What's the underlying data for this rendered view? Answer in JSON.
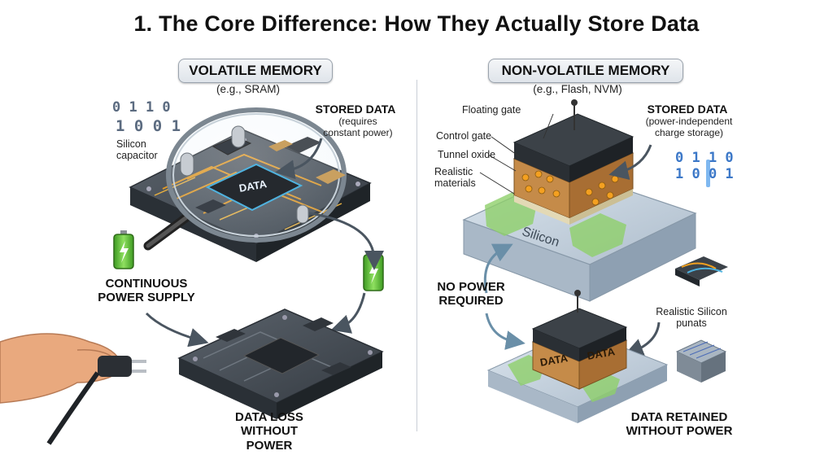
{
  "title": "1. The Core Difference: How They Actually Store Data",
  "left": {
    "heading": "VOLATILE MEMORY",
    "subheading": "(e.g., SRAM)",
    "bits_row1": "0 1 1 0",
    "bits_row2": "1 0 0 1",
    "silicon_capacitor_label": "Silicon capacitor",
    "stored_data_title": "STORED DATA",
    "stored_data_note": "(requires constant power)",
    "chip_label": "DATA",
    "power_supply_label": "CONTINUOUS POWER SUPPLY",
    "data_loss_label": "DATA LOSS WITHOUT POWER"
  },
  "right": {
    "heading": "NON-VOLATILE MEMORY",
    "subheading": "(e.g., Flash, NVM)",
    "floating_gate_label": "Floating gate",
    "control_gate_label": "Control gate",
    "tunnel_oxide_label": "Tunnel oxide",
    "realistic_materials_label": "Realistic materials",
    "stored_data_title": "STORED DATA",
    "stored_data_note": "(power-independent charge storage)",
    "bits_row1": "0 1 1 0",
    "bits_row2": "1 0 0 1",
    "silicon_label": "Silicon",
    "no_power_label": "NO POWER REQUIRED",
    "realistic_silicon_label": "Realistic Silicon punats",
    "data_word_1": "DATA",
    "data_word_2": "DATA",
    "data_retained_label": "DATA RETAINED WITHOUT POWER"
  },
  "colors": {
    "accent_green": "#5cc23a",
    "orange_trace": "#f0a020",
    "board_dark": "#3d444c",
    "silicon_blue": "#b9c8d6"
  }
}
